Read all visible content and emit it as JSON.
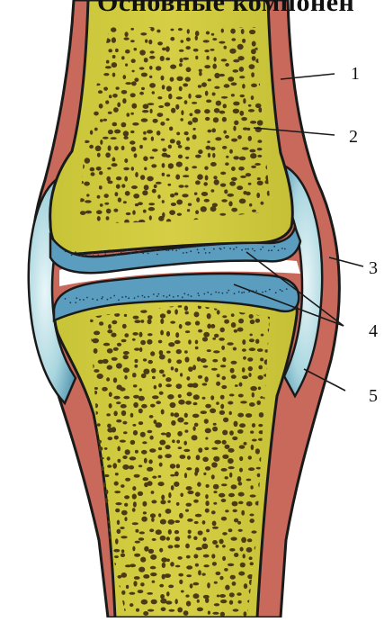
{
  "heading": "Основные компонен",
  "labels": [
    {
      "id": "1",
      "text": "1"
    },
    {
      "id": "2",
      "text": "2"
    },
    {
      "id": "3",
      "text": "3"
    },
    {
      "id": "4",
      "text": "4"
    },
    {
      "id": "5",
      "text": "5"
    }
  ],
  "colors": {
    "bone": "#cfcf3a",
    "bone_light": "#d9d24a",
    "pores": "#4a3a16",
    "periosteum": "#c96a5e",
    "cartilage": "#5a9ec0",
    "capsule": "#a8d4dc",
    "outline": "#1a1a1a"
  }
}
